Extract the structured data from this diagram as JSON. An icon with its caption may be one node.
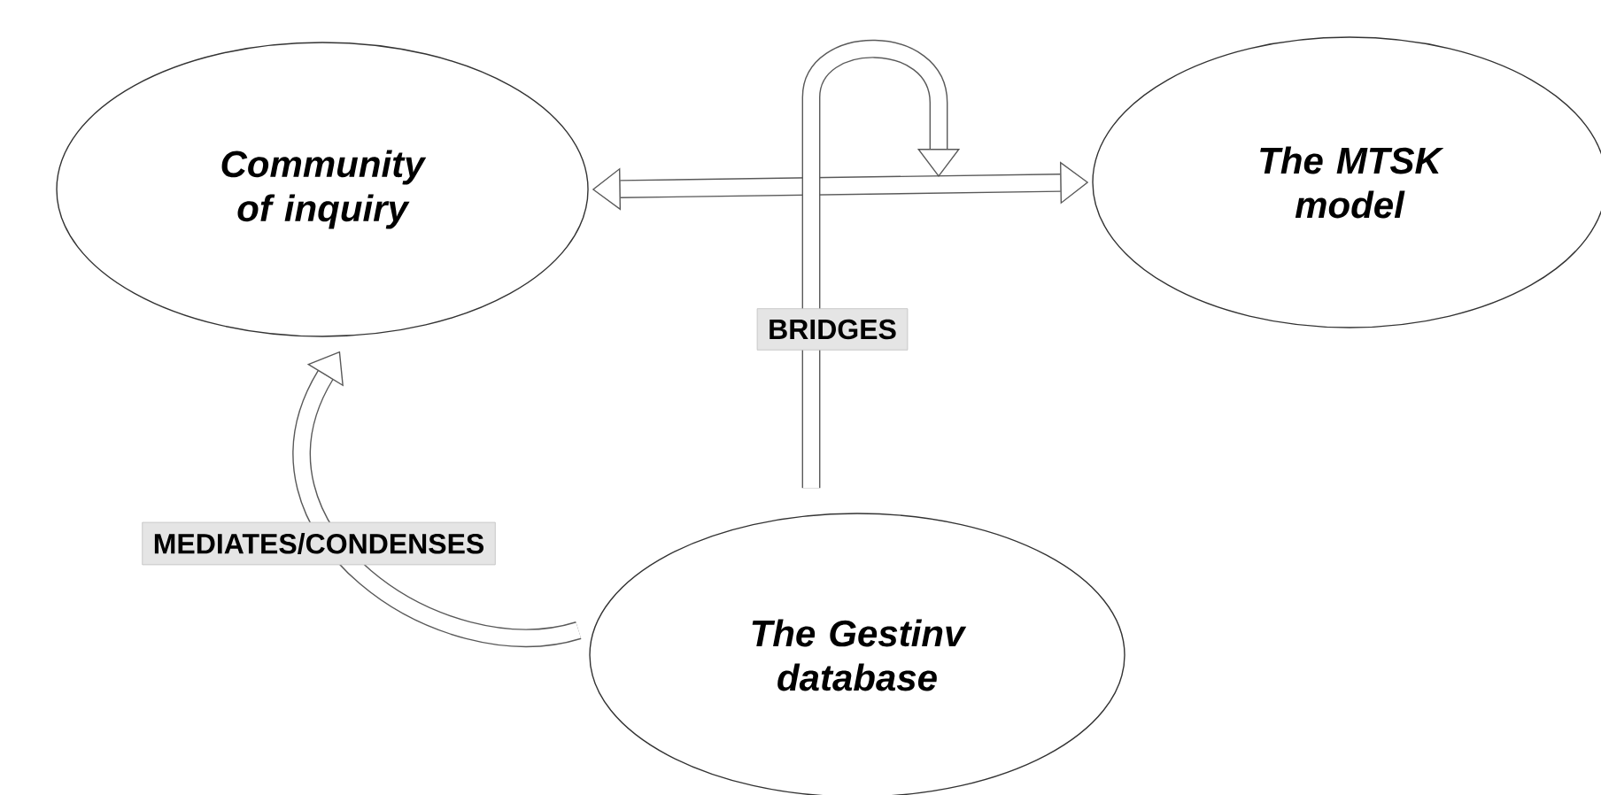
{
  "diagram": {
    "nodes": [
      {
        "text": [
          "Community of inquiry"
        ]
      },
      {
        "text": [
          "The MTSK model"
        ]
      },
      {
        "text": [
          "The Gestinv database"
        ]
      }
    ],
    "edges": [
      {
        "from": 0,
        "to": 1,
        "arrow": "both"
      },
      {
        "from": 2,
        "to": null,
        "arrow": "to",
        "label": "BRIDGES"
      },
      {
        "from": 2,
        "to": 0,
        "arrow": "to",
        "label": "MEDIATES/CONDENSES"
      }
    ]
  }
}
